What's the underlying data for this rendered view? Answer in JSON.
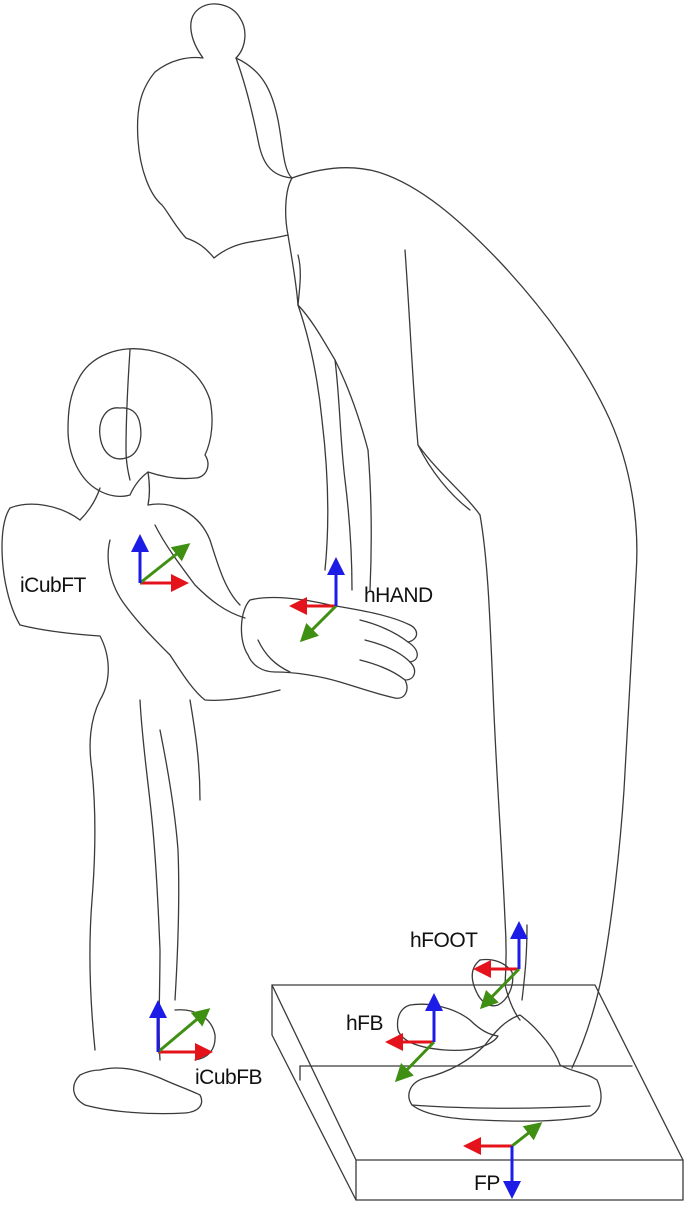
{
  "colors": {
    "outline": "#3a3a3a",
    "axis_x": "#e4131b",
    "axis_y": "#3f8f12",
    "axis_z": "#1c1ce6"
  },
  "labels": {
    "icub_ft": "iCubFT",
    "h_hand": "hHAND",
    "h_foot": "hFOOT",
    "h_fb": "hFB",
    "icub_fb": "iCubFB",
    "fp": "FP"
  },
  "frames": [
    {
      "id": "icub-ft",
      "x_dir": "right",
      "y_dir": "up-right",
      "z_dir": "up"
    },
    {
      "id": "h-hand",
      "x_dir": "left",
      "y_dir": "down-left",
      "z_dir": "up"
    },
    {
      "id": "h-foot",
      "x_dir": "left",
      "y_dir": "down-left",
      "z_dir": "up"
    },
    {
      "id": "h-fb",
      "x_dir": "left",
      "y_dir": "down-left",
      "z_dir": "up"
    },
    {
      "id": "icub-fb",
      "x_dir": "right",
      "y_dir": "up-right",
      "z_dir": "up"
    },
    {
      "id": "fp",
      "x_dir": "left",
      "y_dir": "up-right",
      "z_dir": "down"
    }
  ]
}
